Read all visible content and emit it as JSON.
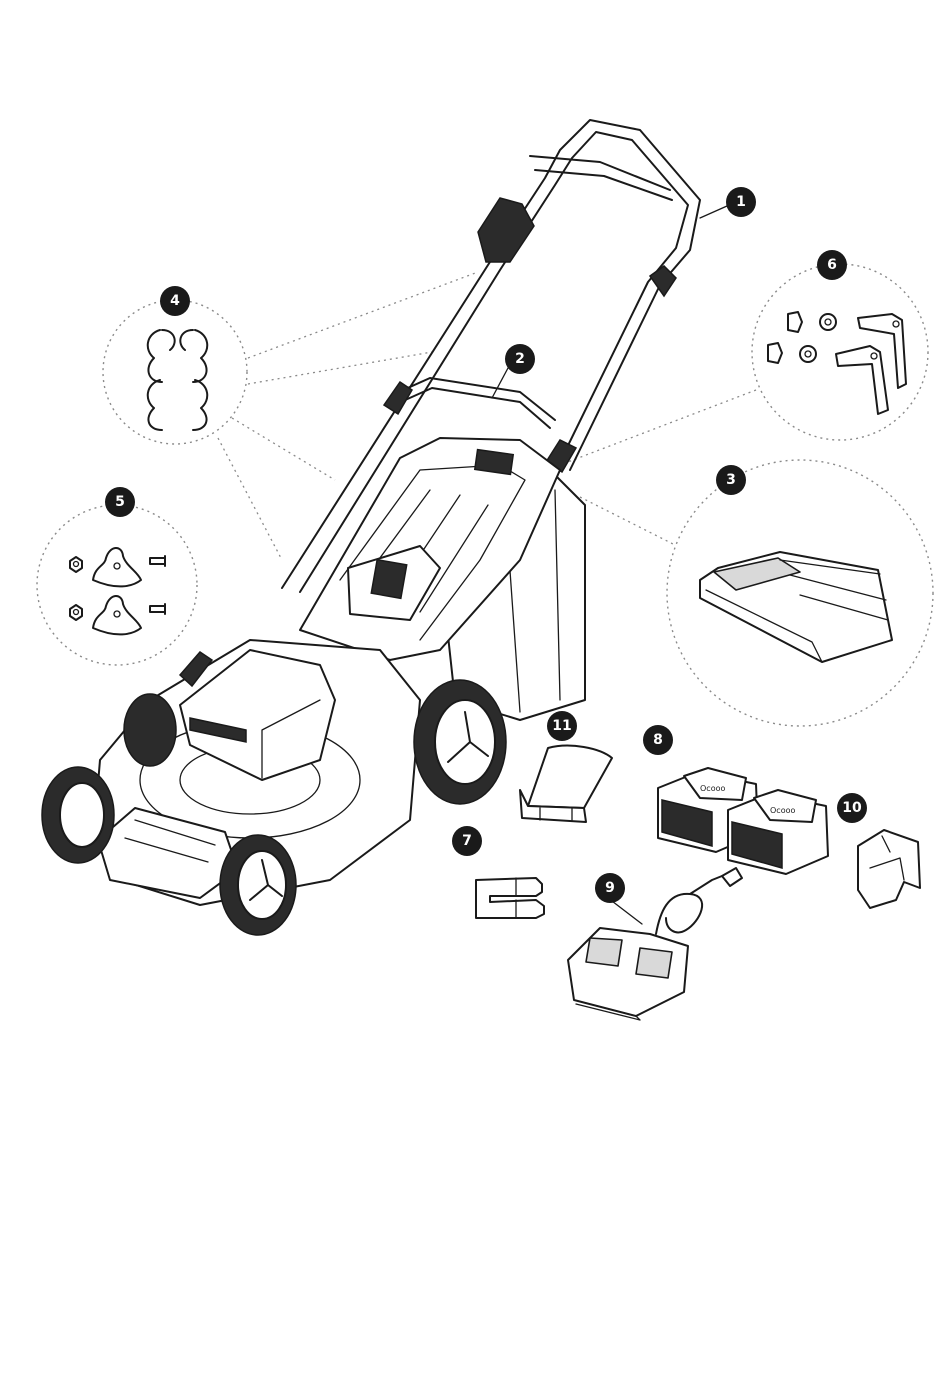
{
  "diagram": {
    "callouts": [
      {
        "id": "callout-1",
        "label": "1"
      },
      {
        "id": "callout-2",
        "label": "2"
      },
      {
        "id": "callout-3",
        "label": "3"
      },
      {
        "id": "callout-4",
        "label": "4"
      },
      {
        "id": "callout-5",
        "label": "5"
      },
      {
        "id": "callout-6",
        "label": "6"
      },
      {
        "id": "callout-7",
        "label": "7"
      },
      {
        "id": "callout-8",
        "label": "8"
      },
      {
        "id": "callout-9",
        "label": "9"
      },
      {
        "id": "callout-10",
        "label": "10"
      },
      {
        "id": "callout-11",
        "label": "11"
      }
    ],
    "colors": {
      "line": "#1a1a1a",
      "callout_fill": "#1a1a1a",
      "callout_text": "#ffffff",
      "dotted_guides": "#8a8a8a",
      "background": "#ffffff"
    }
  }
}
